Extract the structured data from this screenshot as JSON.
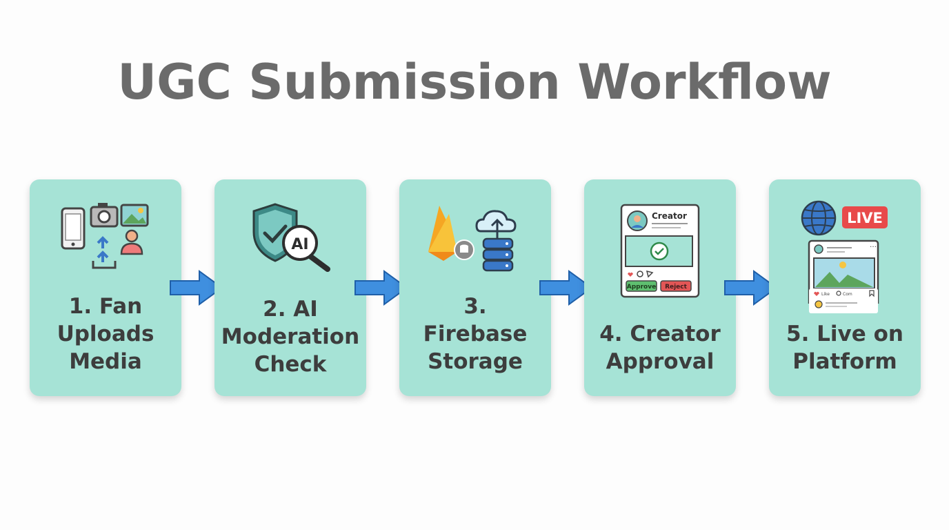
{
  "title": "UGC Submission Workflow",
  "steps": [
    {
      "label_lines": [
        "1. Fan",
        "Uploads",
        "Media"
      ],
      "icon": "fan-upload-icons"
    },
    {
      "label_lines": [
        "2. AI",
        "Moderation",
        "Check"
      ],
      "icon": "ai-shield-icon",
      "badge": "AI"
    },
    {
      "label_lines": [
        "3.",
        "Firebase",
        "Storage"
      ],
      "icon": "firebase-cloud-storage-icon"
    },
    {
      "label_lines": [
        "4. Creator",
        "Approval"
      ],
      "icon": "creator-approval-card-icon",
      "card_header": "Creator",
      "approve": "Approve",
      "reject": "Reject"
    },
    {
      "label_lines": [
        "5. Live on",
        "Platform"
      ],
      "icon": "live-platform-post-icon",
      "badge": "LIVE",
      "post_like": "Like",
      "post_comment": "Com"
    }
  ],
  "colors": {
    "card": "#a6e3d6",
    "arrow": "#3f8fdf",
    "title": "#6b6b6b",
    "live": "#e84a4a",
    "approve": "#5fbf70",
    "reject": "#e35656"
  }
}
